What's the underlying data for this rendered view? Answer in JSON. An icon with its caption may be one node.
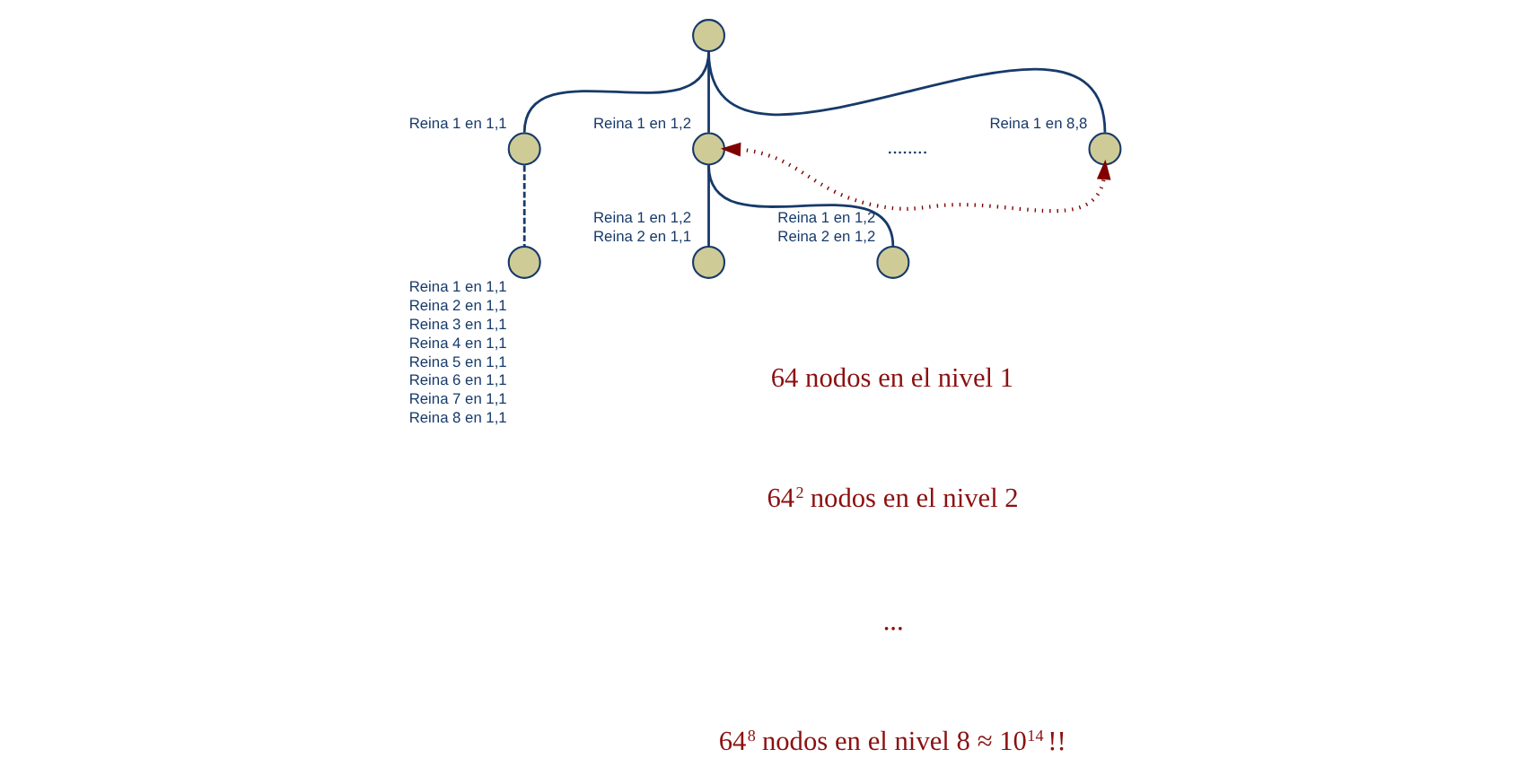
{
  "diagram": {
    "nodes": [
      {
        "text": [],
        "shape": "circle"
      },
      {
        "text": [],
        "shape": "circle",
        "beside": [
          "Reina 1 en 1,1"
        ]
      },
      {
        "text": [],
        "shape": "circle",
        "beside": [
          "Reina 1 en 1,2"
        ]
      },
      {
        "text": [],
        "shape": "circle",
        "beside": [
          "Reina 1 en 8,8"
        ]
      },
      {
        "text": [],
        "shape": "circle",
        "beside": [
          "Reina 1 en 1,2",
          "Reina 2 en 1,1"
        ]
      },
      {
        "text": [],
        "shape": "circle",
        "beside": [
          "Reina 1 en 1,2",
          "Reina 2 en 1,2"
        ]
      },
      {
        "text": [],
        "shape": "circle",
        "beside": [
          "Reina 1 en 1,1",
          "Reina 2 en 1,1",
          "Reina 3 en 1,1",
          "Reina 4 en 1,1",
          "Reina 5 en 1,1",
          "Reina 6 en 1,1",
          "Reina 7 en 1,1",
          "Reina 8 en 1,1"
        ]
      }
    ],
    "edges": [
      {
        "from": 0,
        "to": 1,
        "arrow": "none"
      },
      {
        "from": 0,
        "to": 2,
        "arrow": "none"
      },
      {
        "from": 0,
        "to": 3,
        "arrow": "none"
      },
      {
        "from": 1,
        "to": 6,
        "arrow": "none",
        "style": "dashed"
      },
      {
        "from": 2,
        "to": 4,
        "arrow": "none"
      },
      {
        "from": 2,
        "to": 5,
        "arrow": "none"
      },
      {
        "from": 2,
        "to": 3,
        "arrow": "both",
        "style": "dashed",
        "color": "#800000"
      }
    ],
    "labels": [
      "........",
      "64 nodos en el nivel 1",
      "64$^{2}$ nodos en el nivel 2",
      "...",
      "64$^{8}$ nodos en el nivel 8 ≈ 10$^{14}$ !!"
    ]
  }
}
